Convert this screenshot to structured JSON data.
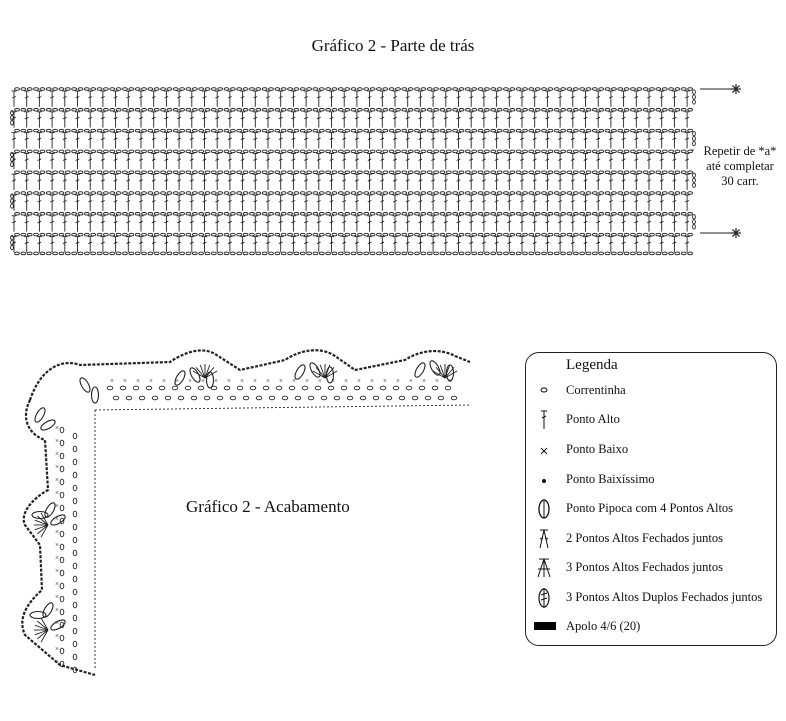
{
  "chart_top": {
    "title": "Gráfico 2 - Parte de trás",
    "repeat_note": "Repetir de *a*\naté completar\n30 carr."
  },
  "chart_border": {
    "title": "Gráfico 2 - Acabamento"
  },
  "legend": {
    "title": "Legenda",
    "items": [
      {
        "icon": "chain-icon",
        "label": "Correntinha"
      },
      {
        "icon": "double-crochet-icon",
        "label": "Ponto Alto"
      },
      {
        "icon": "single-crochet-icon",
        "label": "Ponto Baixo"
      },
      {
        "icon": "slip-stitch-icon",
        "label": "Ponto Baixíssimo"
      },
      {
        "icon": "popcorn-icon",
        "label": "Ponto Pipoca com 4 Pontos Altos"
      },
      {
        "icon": "dc2tog-icon",
        "label": "2 Pontos Altos Fechados juntos"
      },
      {
        "icon": "dc3tog-icon",
        "label": "3 Pontos Altos Fechados juntos"
      },
      {
        "icon": "tr3tog-icon",
        "label": "3 Pontos Altos Duplos Fechados juntos"
      },
      {
        "icon": "black-box-icon",
        "label": "Apolo 4/6 (20)"
      }
    ]
  }
}
